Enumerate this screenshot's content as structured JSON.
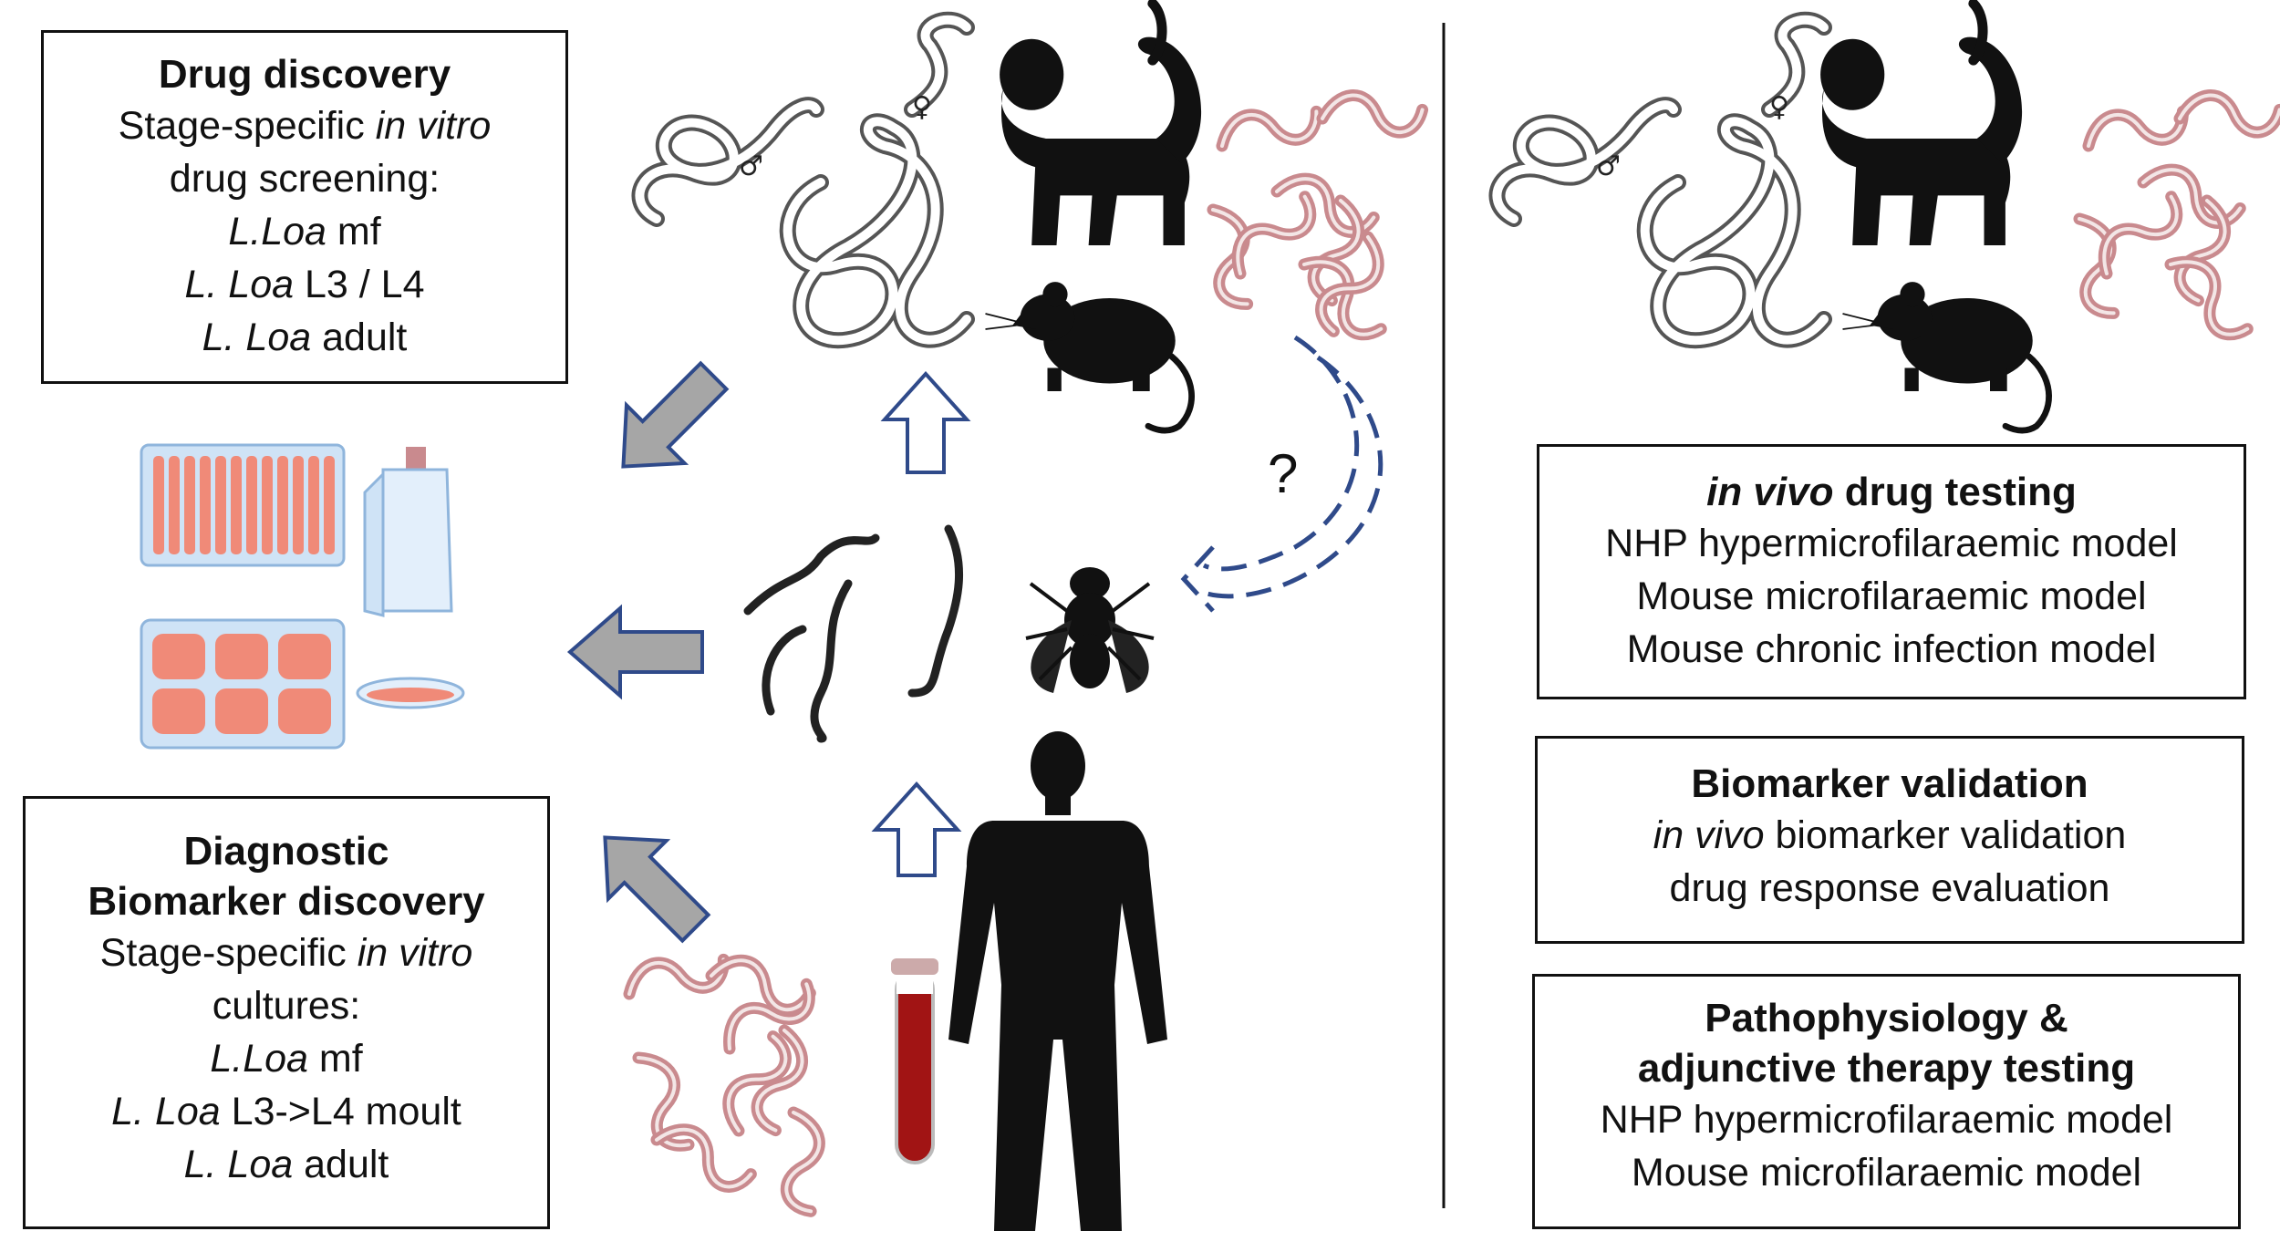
{
  "boxes": {
    "drug_discovery": {
      "title": "Drug discovery",
      "line1_pre": "Stage-specific ",
      "line1_it": "in vitro",
      "line2": "drug screening:",
      "line3_it": "L.Loa",
      "line3_post": " mf",
      "line4_it": "L. Loa",
      "line4_post": " L3 / L4",
      "line5_it": "L. Loa",
      "line5_post": " adult"
    },
    "biomarker_discovery": {
      "title1": "Diagnostic",
      "title2": "Biomarker discovery",
      "line1_pre": "Stage-specific ",
      "line1_it": "in vitro",
      "line2": "cultures:",
      "line3_it": "L.Loa",
      "line3_post": " mf",
      "line4_it": "L. Loa",
      "line4_post": " L3->L4 moult",
      "line5_it": "L. Loa",
      "line5_post": " adult"
    },
    "in_vivo": {
      "title_it": "in vivo",
      "title_post": " drug testing",
      "line1": "NHP hypermicrofilaraemic model",
      "line2": "Mouse microfilaraemic model",
      "line3": "Mouse chronic infection model"
    },
    "biomarker_validation": {
      "title": "Biomarker validation",
      "line1_it": "in vivo",
      "line1_post": " biomarker validation",
      "line2": "drug response evaluation"
    },
    "pathophysiology": {
      "title1": "Pathophysiology &",
      "title2": "adjunctive therapy testing",
      "line1": "NHP hypermicrofilaraemic model",
      "line2": "Mouse microfilaraemic model"
    }
  },
  "question_mark": "?",
  "symbols": {
    "male": "♂",
    "female": "♀"
  },
  "colors": {
    "arrow_fill": "#a6a6a6",
    "arrow_stroke": "#2f4a8a",
    "dashed_arrow": "#2f4a8a",
    "mf_worm": "#c98a8e",
    "culture_fill": "#f08a78",
    "plate_bg": "#cfe3f6",
    "blood": "#a11414"
  },
  "icons": [
    "baboon-silhouette",
    "mouse-silhouette",
    "fly-silhouette",
    "human-silhouette",
    "adult-worm-pair",
    "microfilariae",
    "larvae",
    "blood-tube",
    "well-plates",
    "culture-flask",
    "petri-dish"
  ]
}
